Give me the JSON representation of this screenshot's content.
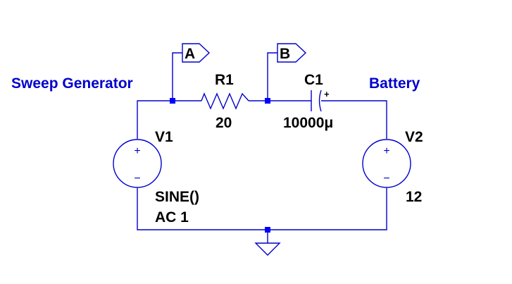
{
  "comments": {
    "left": "Sweep Generator",
    "right": "Battery"
  },
  "net_labels": {
    "a": "A",
    "b": "B"
  },
  "components": {
    "r1": {
      "name": "R1",
      "value": "20"
    },
    "c1": {
      "name": "C1",
      "value": "10000μ",
      "polarity": "+"
    },
    "v1": {
      "name": "V1",
      "function": "SINE()",
      "ac": "AC 1",
      "plus": "+",
      "minus": "−"
    },
    "v2": {
      "name": "V2",
      "value": "12",
      "plus": "+",
      "minus": "−"
    }
  },
  "colors": {
    "wire": "#0000cc",
    "node": "#0000ff",
    "comment_text": "#0000cc",
    "label_text": "#000000",
    "background": "#ffffff"
  },
  "icons": {
    "ground": "ground-icon",
    "voltage_source": "voltage-source-icon",
    "resistor": "resistor-icon",
    "capacitor": "capacitor-icon",
    "net_flag": "net-flag-icon"
  }
}
